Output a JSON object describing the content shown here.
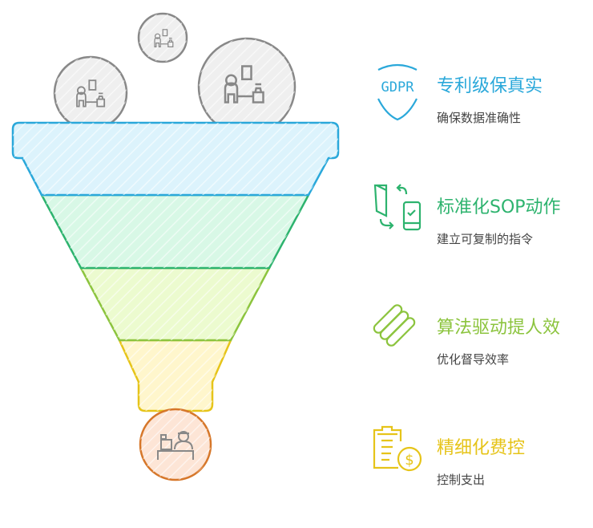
{
  "colors": {
    "blue": "#2aa8da",
    "green": "#2db36e",
    "lime": "#8cc43e",
    "yellow": "#e6c419",
    "orange": "#d6772a",
    "gray": "#8a8a8a"
  },
  "items": [
    {
      "title": "专利级保真实",
      "subtitle": "确保数据准确性",
      "icon": "gdpr-shield-icon",
      "icon_text": "GDPR"
    },
    {
      "title": "标准化SOP动作",
      "subtitle": "建立可复制的指令",
      "icon": "sync-phone-icon"
    },
    {
      "title": "算法驱动提人效",
      "subtitle": "优化督导效率",
      "icon": "pill-stack-icon"
    },
    {
      "title": "精细化费控",
      "subtitle": "控制支出",
      "icon": "clipboard-dollar-icon"
    }
  ]
}
